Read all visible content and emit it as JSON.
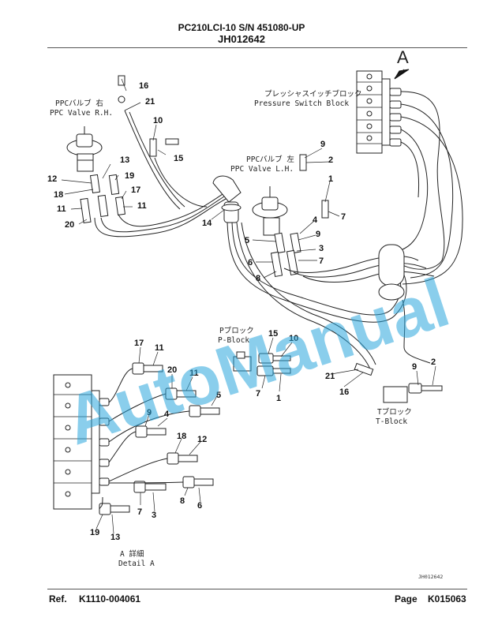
{
  "header": {
    "model": "PC210LCI-10 S/N 451080-UP",
    "drawing_number": "JH012642"
  },
  "labels": {
    "detail_letter": "A",
    "pressure_switch_jp": "プレッシャスイッチブロック",
    "pressure_switch_en": "Pressure Switch Block",
    "ppc_rh_jp": "PPCバルブ 右",
    "ppc_rh_en": "PPC Valve R.H.",
    "ppc_lh_jp": "PPCバルブ 左",
    "ppc_lh_en": "PPC Valve L.H.",
    "p_block_jp": "Pブロック",
    "p_block_en": "P-Block",
    "t_block_jp": "Tブロック",
    "t_block_en": "T-Block",
    "detail_jp": "A 詳細",
    "detail_en": "Detail A",
    "small_code": "JH012642"
  },
  "watermark": "AutoManual",
  "callouts": {
    "c16a": "16",
    "c21a": "21",
    "c10a": "10",
    "c15a": "15",
    "c13a": "13",
    "c19a": "19",
    "c12a": "12",
    "c18a": "18",
    "c17a": "17",
    "c11a": "11",
    "c11b": "11",
    "c20a": "20",
    "c14": "14",
    "c9a": "9",
    "c2a": "2",
    "c1a": "1",
    "c7a": "7",
    "c4a": "4",
    "c9b": "9",
    "c5a": "5",
    "c3a": "3",
    "c6a": "6",
    "c7b": "7",
    "c8a": "8",
    "c15b": "15",
    "c10b": "10",
    "c7c": "7",
    "c1b": "1",
    "c21b": "21",
    "c16b": "16",
    "c9c": "9",
    "c2b": "2",
    "c17b": "17",
    "c11c": "11",
    "c20b": "20",
    "c11d": "11",
    "c5b": "5",
    "c9d": "9",
    "c4b": "4",
    "c18b": "18",
    "c12b": "12",
    "c8b": "8",
    "c6b": "6",
    "c7d": "7",
    "c3b": "3",
    "c19b": "19",
    "c13b": "13"
  },
  "footer": {
    "ref_label": "Ref.",
    "ref_value": "K1110-004061",
    "page_label": "Page",
    "page_value": "K015063"
  }
}
